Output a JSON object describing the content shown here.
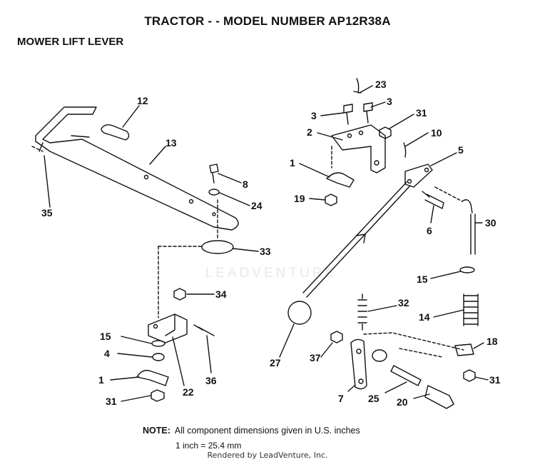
{
  "title": "TRACTOR - - MODEL NUMBER AP12R38A",
  "subtitle": "MOWER LIFT LEVER",
  "callouts": {
    "c12": "12",
    "c13": "13",
    "c35": "35",
    "c8": "8",
    "c24": "24",
    "c33": "33",
    "c34": "34",
    "c15l": "15",
    "c4": "4",
    "c1l": "1",
    "c31l": "31",
    "c22": "22",
    "c36": "36",
    "c23": "23",
    "c3a": "3",
    "c3b": "3",
    "c31t": "31",
    "c2": "2",
    "c10": "10",
    "c5": "5",
    "c1r": "1",
    "c19": "19",
    "c6": "6",
    "c30": "30",
    "c15r": "15",
    "c14": "14",
    "c32": "32",
    "c27": "27",
    "c37": "37",
    "c7": "7",
    "c25": "25",
    "c20": "20",
    "c18": "18",
    "c31r": "31"
  },
  "watermark": "LEADVENTURE",
  "note": {
    "label": "NOTE:",
    "text": "All component dimensions given in U.S. inches",
    "conversion": "1 inch = 25.4 mm"
  },
  "footer": "Rendered by LeadVenture, Inc."
}
